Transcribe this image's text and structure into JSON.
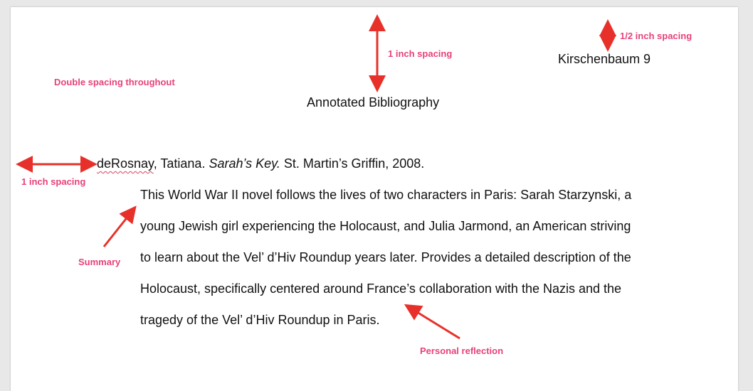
{
  "header": {
    "running_head": "Kirschenbaum 9"
  },
  "title": "Annotated Bibliography",
  "citation": {
    "author_last": "deRosnay",
    "author_rest": ", Tatiana. ",
    "book_title": "Sarah’s Key.",
    "publisher_year": " St. Martin’s Griffin, 2008."
  },
  "annotation_lines": [
    "This World War II novel follows the lives of two characters in Paris: Sarah Starzynski, a",
    "young Jewish girl experiencing the Holocaust, and Julia Jarmond, an American striving",
    "to learn about the Vel’ d’Hiv Roundup years later. Provides a detailed description of the",
    "Holocaust, specifically centered around France’s collaboration with the Nazis and the",
    "tragedy of the Vel’ d’Hiv Roundup in Paris."
  ],
  "callouts": {
    "one_inch_top": "1 inch spacing",
    "half_inch": "1/2 inch spacing",
    "double_spacing": "Double spacing throughout",
    "one_inch_left": "1 inch spacing",
    "summary": "Summary",
    "personal_reflection": "Personal reflection"
  },
  "colors": {
    "annotation": "#e8407a",
    "arrow": "#e8302a",
    "page": "#ffffff",
    "background": "#e8e8e8"
  }
}
